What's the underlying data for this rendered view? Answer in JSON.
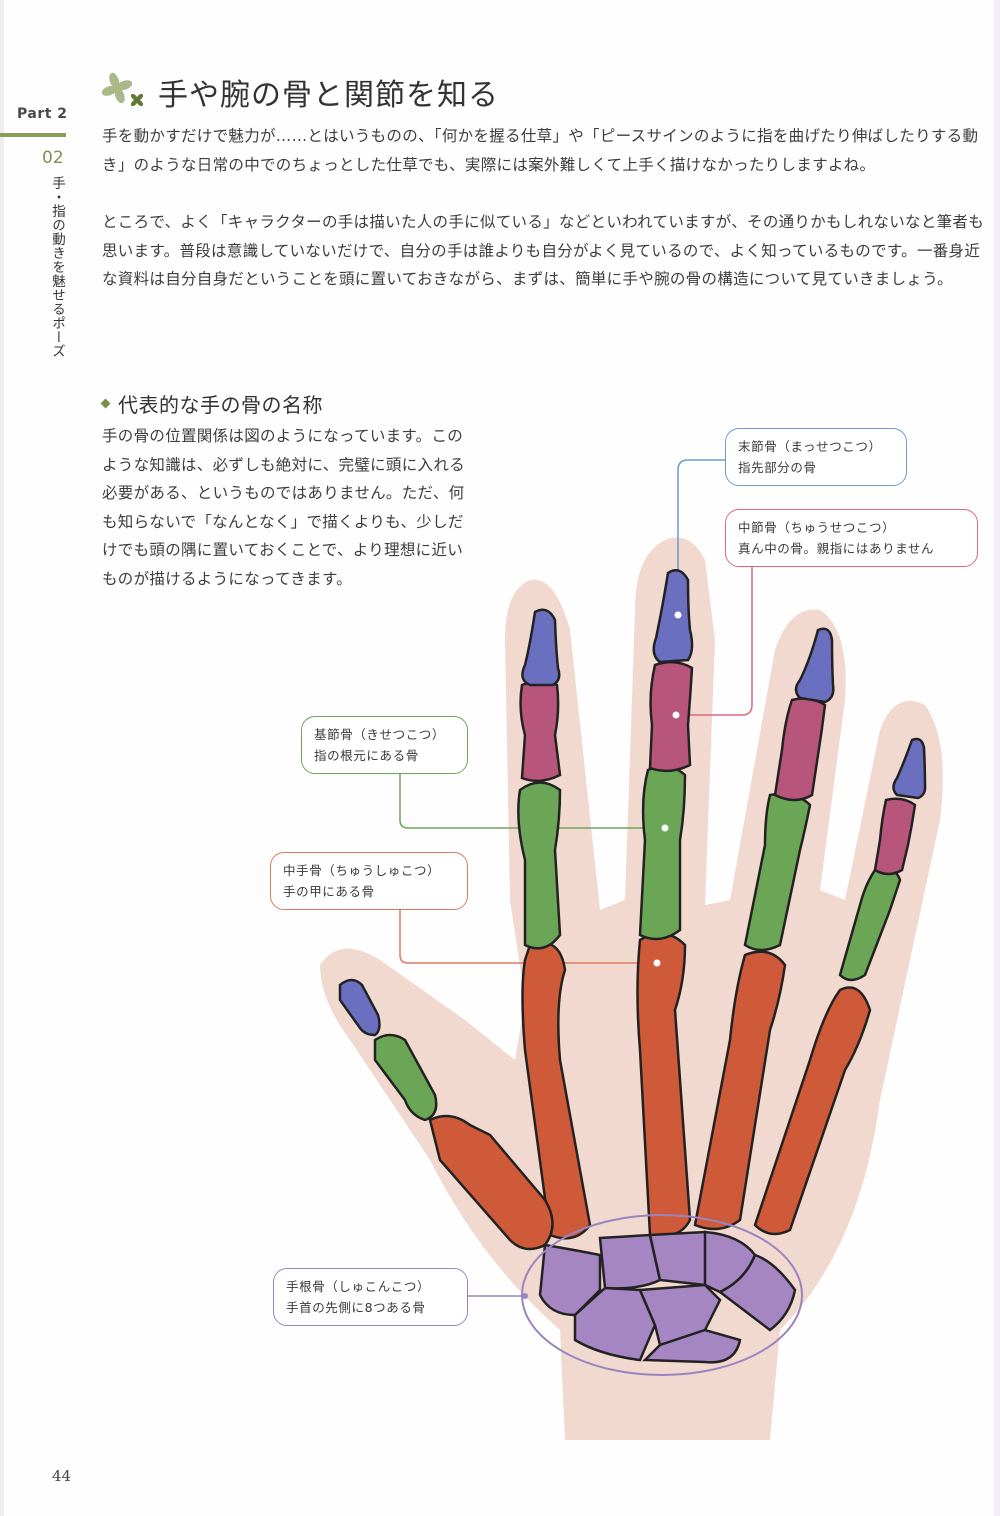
{
  "sidebar": {
    "part_label": "Part 2",
    "chapter_number": "02",
    "chapter_title": "手・指の動きを魅せるポーズ",
    "accent_color": "#8a9e58"
  },
  "header": {
    "icon": "clover-leaf-icon",
    "title": "手や腕の骨と関節を知る"
  },
  "intro": {
    "paragraph_1": "手を動かすだけで魅力が……とはいうものの、「何かを握る仕草」や「ピースサインのように指を曲げたり伸ばしたりする動き」のような日常の中でのちょっとした仕草でも、実際には案外難しくて上手く描けなかったりしますよね。",
    "paragraph_2": "ところで、よく「キャラクターの手は描いた人の手に似ている」などといわれていますが、その通りかもしれないなと筆者も思います。普段は意識していないだけで、自分の手は誰よりも自分がよく見ているので、よく知っているものです。一番身近な資料は自分自身だということを頭に置いておきながら、まずは、簡単に手や腕の骨の構造について見ていきましょう。"
  },
  "section": {
    "bullet_icon": "diamond-bullet-icon",
    "title": "代表的な手の骨の名称",
    "body": "手の骨の位置関係は図のようになっています。このような知識は、必ずしも絶対に、完璧に頭に入れる必要がある、というものではありません。ただ、何も知らないで「なんとなく」で描くよりも、少しだけでも頭の隅に置いておくことで、より理想に近いものが描けるようになってきます。"
  },
  "diagram": {
    "callouts": {
      "distal": {
        "name": "末節骨（まっせつこつ）",
        "desc": "指先部分の骨",
        "color": "#6b9bd2"
      },
      "middle": {
        "name": "中節骨（ちゅうせつこつ）",
        "desc": "真ん中の骨。親指にはありません",
        "color": "#d96a7e"
      },
      "proximal": {
        "name": "基節骨（きせつこつ）",
        "desc": "指の根元にある骨",
        "color": "#6fa35f"
      },
      "metacarpal": {
        "name": "中手骨（ちゅうしゅこつ）",
        "desc": "手の甲にある骨",
        "color": "#de7a5e"
      },
      "carpal": {
        "name": "手根骨（しゅこんこつ）",
        "desc": "手首の先側に8つある骨",
        "color": "#9a84c0"
      }
    },
    "bone_colors": {
      "skin": "#f2d9cf",
      "distal": "#6b6fbf",
      "middle": "#b8557a",
      "proximal": "#6aa656",
      "metacarpal": "#cf5a3a",
      "carpal": "#a686c2"
    }
  },
  "footer": {
    "page_number": "44"
  }
}
